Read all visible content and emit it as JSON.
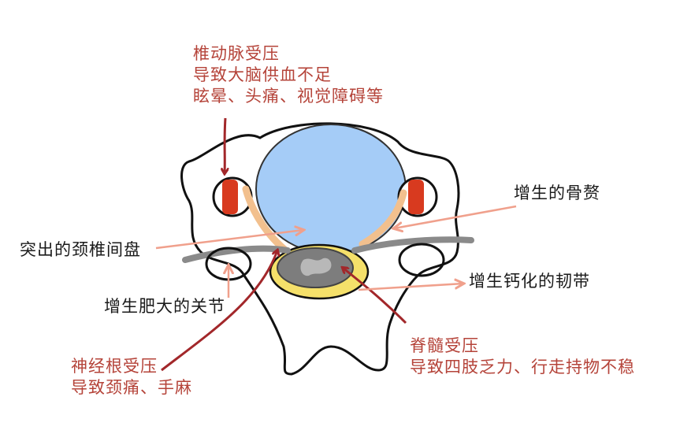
{
  "colors": {
    "vertebral_body": "#a5ccf7",
    "outline": "#111111",
    "artery": "#d83a1f",
    "compression_arrow": "#a2272a",
    "pointer_arrow": "#f0a08c",
    "ligament": "#8a8a8a",
    "spinal_cord": "#7d7d7d",
    "osteophyte": "#f2c08e",
    "calcified_ligament": "#f5e06a"
  },
  "labels": {
    "vertebral_artery": [
      "椎动脉受压",
      "导致大脑供血不足",
      "眩晕、头痛、视觉障碍等"
    ],
    "osteophyte": "增生的骨赘",
    "disc": "突出的颈椎间盘",
    "ligament": "增生钙化的韧带",
    "joint": "增生肥大的关节",
    "nerve_root": [
      "神经根受压",
      "导致颈痛、手麻"
    ],
    "spinal_cord": [
      "脊髓受压",
      "导致四肢乏力、行走持物不稳"
    ]
  }
}
